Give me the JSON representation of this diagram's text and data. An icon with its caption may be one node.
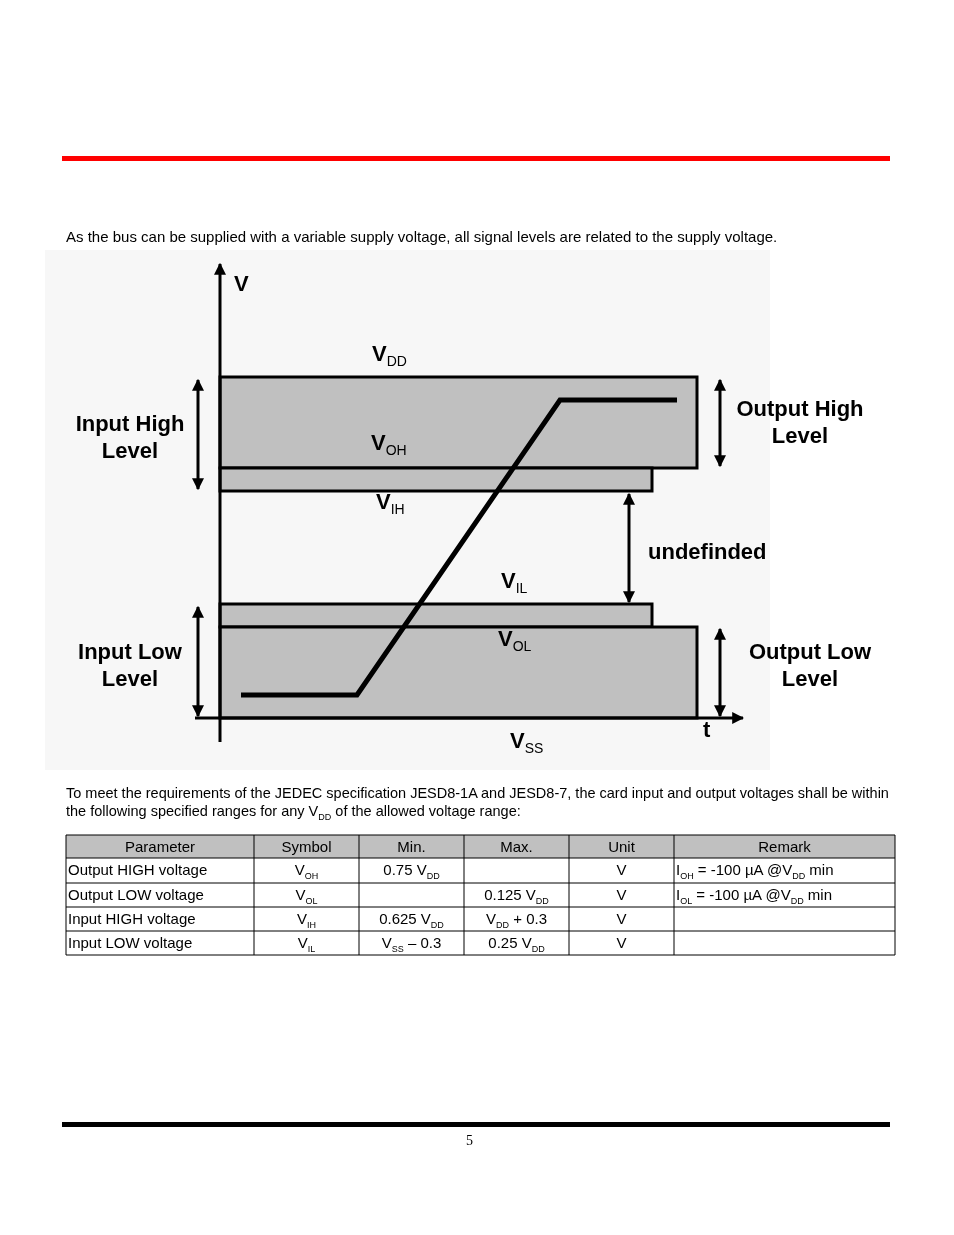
{
  "diagram": {
    "labels": [
      "As the bus can be supplied with a variable supply voltage, all signal levels are related to the supply voltage.",
      "V",
      "V$_{DD}$",
      "Input High Level",
      "Output High Level",
      "V$_{OH}$",
      "V$_{IH}$",
      "undefinded",
      "V$_{IL}$",
      "Input Low Level",
      "V$_{OL}$",
      "Output Low Level",
      "t",
      "V$_{SS}$",
      "To meet the requirements of the JEDEC specification JESD8-1A and JESD8-7, the card input and output voltages shall be within the following specified ranges for any V$_{DD}$ of the allowed voltage range:",
      "Parameter",
      "Symbol",
      "Min.",
      "Max.",
      "Unit",
      "Remark",
      "Output HIGH voltage",
      "V$_{OH}$",
      "0.75   V$_{DD}$",
      "V",
      "I$_{OH}$ = -100 µA @V$_{DD}$ min",
      "Output LOW voltage",
      "V$_{OL}$",
      "0.125   V$_{DD}$",
      "V",
      "I$_{OL}$ = -100 µA @V$_{DD}$ min",
      "Input HIGH voltage",
      "V$_{IH}$",
      "0.625   V$_{DD}$",
      "V$_{DD}$ + 0.3",
      "V",
      "Input LOW voltage",
      "V$_{IL}$",
      "V$_{SS}$ – 0.3",
      "0.25   V$_{DD}$",
      "V",
      "5"
    ]
  }
}
